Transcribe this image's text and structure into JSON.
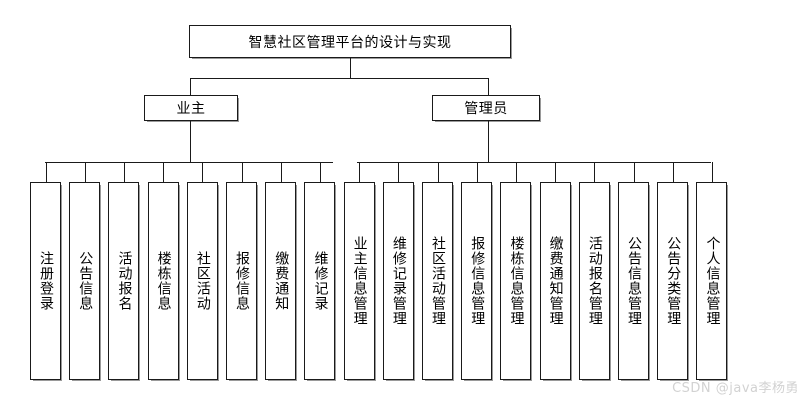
{
  "diagram": {
    "type": "tree",
    "title_node": {
      "label": "智慧社区管理平台的设计与实现"
    },
    "roles": [
      {
        "id": "owner",
        "label": "业主"
      },
      {
        "id": "admin",
        "label": "管理员"
      }
    ],
    "owner_functions": [
      {
        "label": "注册登录"
      },
      {
        "label": "公告信息"
      },
      {
        "label": "活动报名"
      },
      {
        "label": "楼栋信息"
      },
      {
        "label": "社区活动"
      },
      {
        "label": "报修信息"
      },
      {
        "label": "缴费通知"
      },
      {
        "label": "维修记录"
      }
    ],
    "admin_functions": [
      {
        "label": "业主信息管理"
      },
      {
        "label": "维修记录管理"
      },
      {
        "label": "社区活动管理"
      },
      {
        "label": "报修信息管理"
      },
      {
        "label": "楼栋信息管理"
      },
      {
        "label": "缴费通知管理"
      },
      {
        "label": "活动报名管理"
      },
      {
        "label": "公告信息管理"
      },
      {
        "label": "公告分类管理"
      },
      {
        "label": "个人信息管理"
      }
    ],
    "watermark": "CSDN @java李杨勇",
    "colors": {
      "stroke": "#1a1a1a",
      "shadow": "#9a9a9a",
      "background": "#ffffff",
      "watermark": "#d2d2d2"
    }
  }
}
